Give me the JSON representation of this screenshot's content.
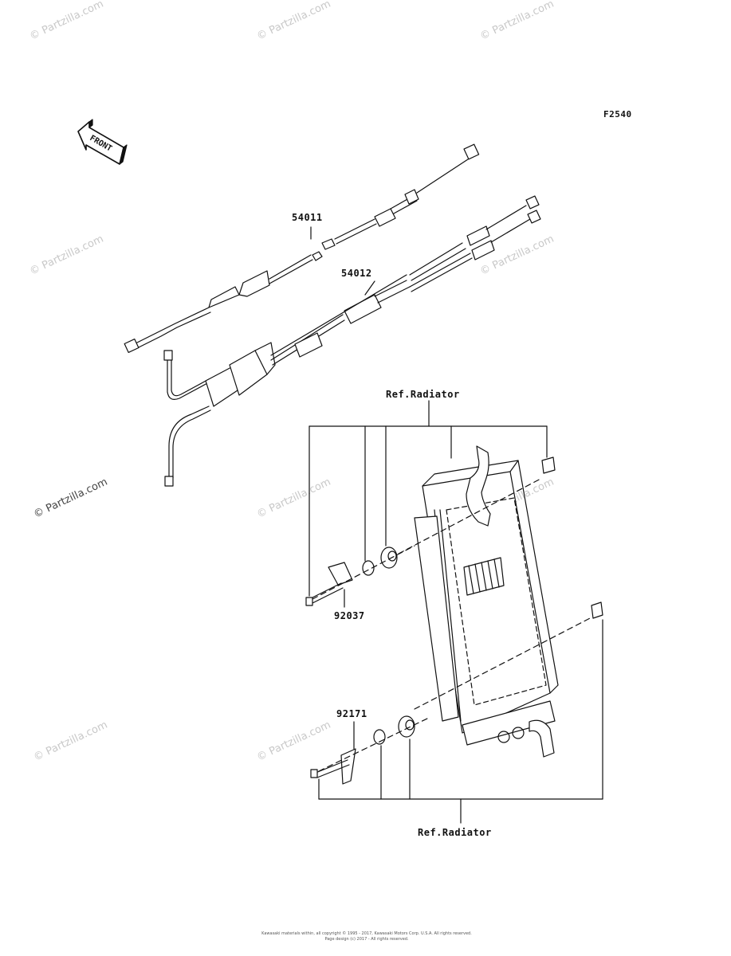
{
  "figure_code": "F2540",
  "front_arrow_label": "FRONT",
  "callouts": {
    "cable_upper": "54011",
    "cable_twin": "54012",
    "ref_top": "Ref.Radiator",
    "clamp": "92037",
    "bracket": "92171",
    "ref_bottom": "Ref.Radiator"
  },
  "watermark_text": "© Partzilla.com",
  "footer": {
    "line1": "Kawasaki materials within, all copyright © 1995 - 2017, Kawasaki Motors Corp. U.S.A. All rights reserved.",
    "line2": "Page design (c) 2017 - All rights reserved."
  },
  "colors": {
    "line": "#111111",
    "watermark": "#c8c8c8",
    "background": "#ffffff"
  }
}
